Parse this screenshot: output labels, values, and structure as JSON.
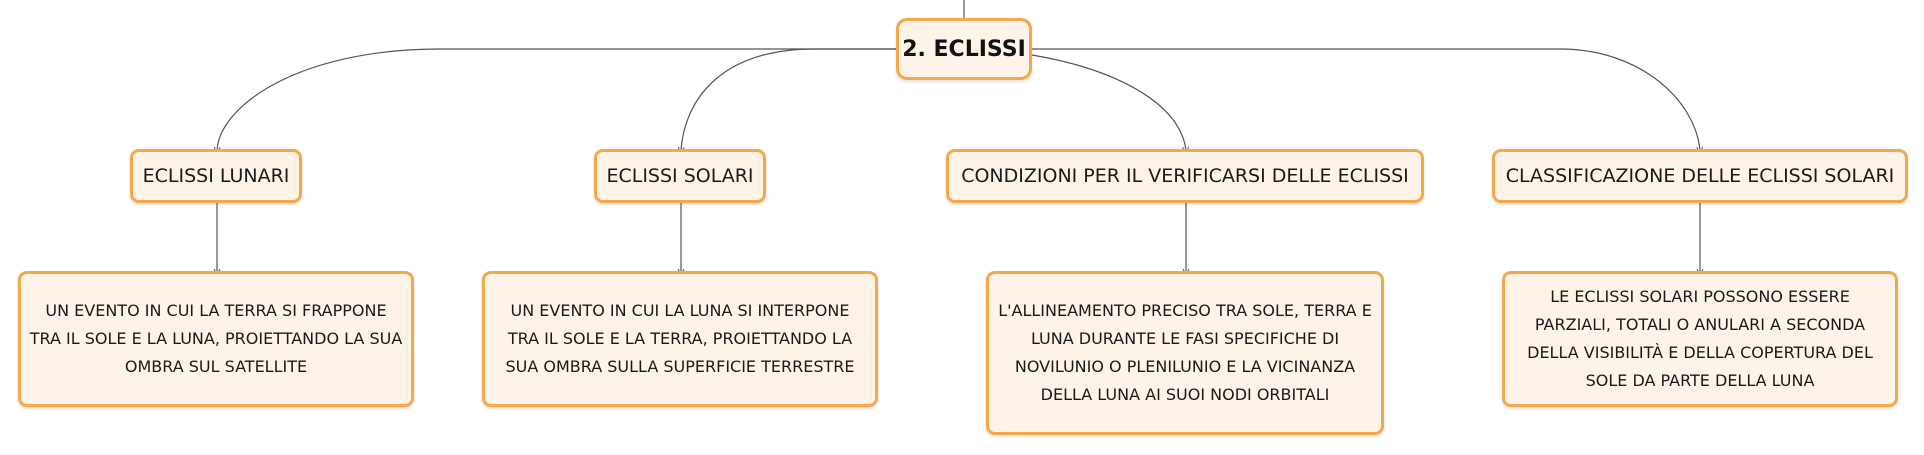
{
  "root": {
    "label": "2. ECLISSI"
  },
  "topics": [
    {
      "label": "ECLISSI LUNARI",
      "detail": "UN EVENTO IN CUI LA TERRA SI FRAPPONE TRA IL SOLE E LA LUNA, PROIETTANDO LA SUA OMBRA SUL SATELLITE"
    },
    {
      "label": "ECLISSI SOLARI",
      "detail": "UN EVENTO IN CUI LA LUNA SI INTERPONE TRA IL SOLE E LA TERRA, PROIETTANDO LA SUA OMBRA SULLA SUPERFICIE TERRESTRE"
    },
    {
      "label": "CONDIZIONI PER IL VERIFICARSI DELLE ECLISSI",
      "detail": "L'ALLINEAMENTO PRECISO TRA SOLE, TERRA E LUNA DURANTE LE FASI SPECIFICHE DI NOVILUNIO O PLENILUNIO E LA VICINANZA DELLA LUNA AI SUOI NODI ORBITALI"
    },
    {
      "label": "CLASSIFICAZIONE DELLE ECLISSI SOLARI",
      "detail": "LE ECLISSI SOLARI POSSONO ESSERE PARZIALI, TOTALI O ANULARI A SECONDA DELLA VISIBILITÀ E DELLA COPERTURA DEL SOLE DA PARTE DELLA LUNA"
    }
  ],
  "colors": {
    "node_border": "#f3a84c",
    "node_fill": "#fef3e8",
    "connector": "#555555"
  }
}
